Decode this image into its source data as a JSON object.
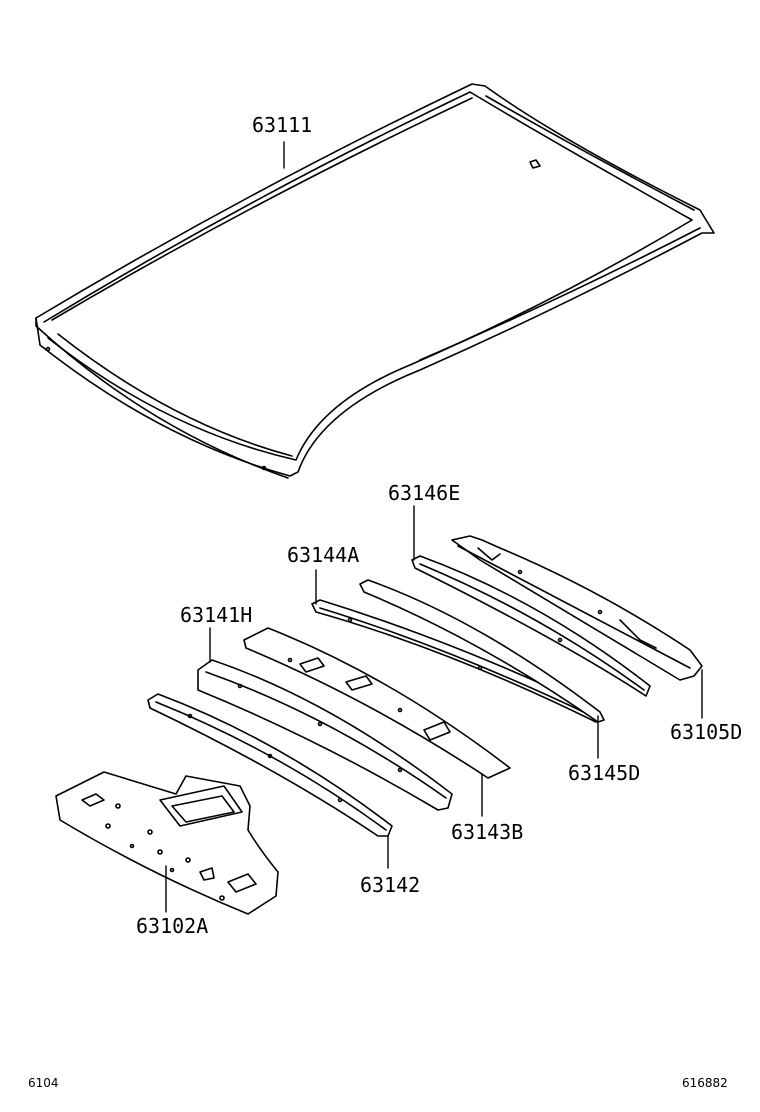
{
  "parts": {
    "roof_panel": "63111",
    "rail_63146E": "63146E",
    "rail_63144A": "63144A",
    "rail_63141H": "63141H",
    "rail_63105D": "63105D",
    "rail_63145D": "63145D",
    "rail_63143B": "63143B",
    "rail_63142": "63142",
    "panel_63102A": "63102A"
  },
  "footer": {
    "left_code": "6104",
    "right_code": "616882"
  }
}
